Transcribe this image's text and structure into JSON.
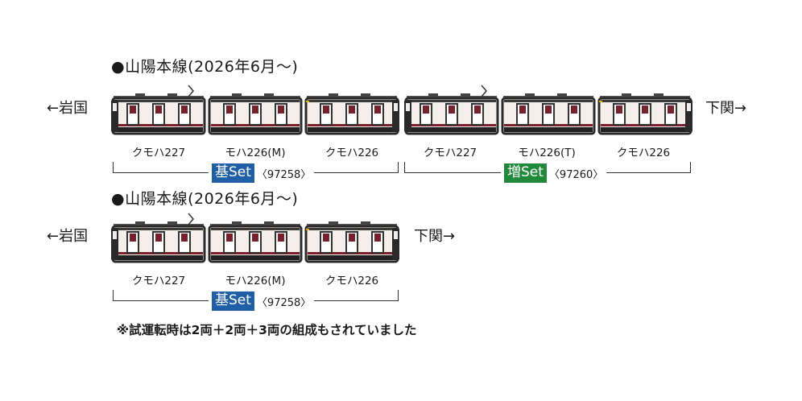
{
  "formations": [
    {
      "title": "●山陽本線(2026年6月～)",
      "left_direction": "←岩国",
      "right_direction": "下関→",
      "cars": [
        {
          "label": "クモハ227",
          "type": "cab-left",
          "pantograph": true
        },
        {
          "label": "モハ226(M)",
          "type": "middle",
          "pantograph": false
        },
        {
          "label": "クモハ226",
          "type": "cab-right",
          "pantograph": false
        },
        {
          "label": "クモハ227",
          "type": "cab-left",
          "pantograph": true
        },
        {
          "label": "モハ226(T)",
          "type": "middle",
          "pantograph": false
        },
        {
          "label": "クモハ226",
          "type": "cab-right",
          "pantograph": false
        }
      ],
      "sets": [
        {
          "badge": "基Set",
          "code": "〈97258〉",
          "color": "#1f5fa8"
        },
        {
          "badge": "増Set",
          "code": "〈97260〉",
          "color": "#1f8a3a"
        }
      ]
    },
    {
      "title": "●山陽本線(2026年6月～)",
      "left_direction": "←岩国",
      "right_direction": "下関→",
      "cars": [
        {
          "label": "クモハ227",
          "type": "cab-left",
          "pantograph": true
        },
        {
          "label": "モハ226(M)",
          "type": "middle",
          "pantograph": false
        },
        {
          "label": "クモハ226",
          "type": "cab-right",
          "pantograph": false
        }
      ],
      "sets": [
        {
          "badge": "基Set",
          "code": "〈97258〉",
          "color": "#1f5fa8"
        }
      ]
    }
  ],
  "note": "※試運転時は2両＋2両＋3両の組成もされていました",
  "colors": {
    "body": "#f4efe9",
    "stripe": "#7a1f2b",
    "frame": "#2a2a2a"
  }
}
